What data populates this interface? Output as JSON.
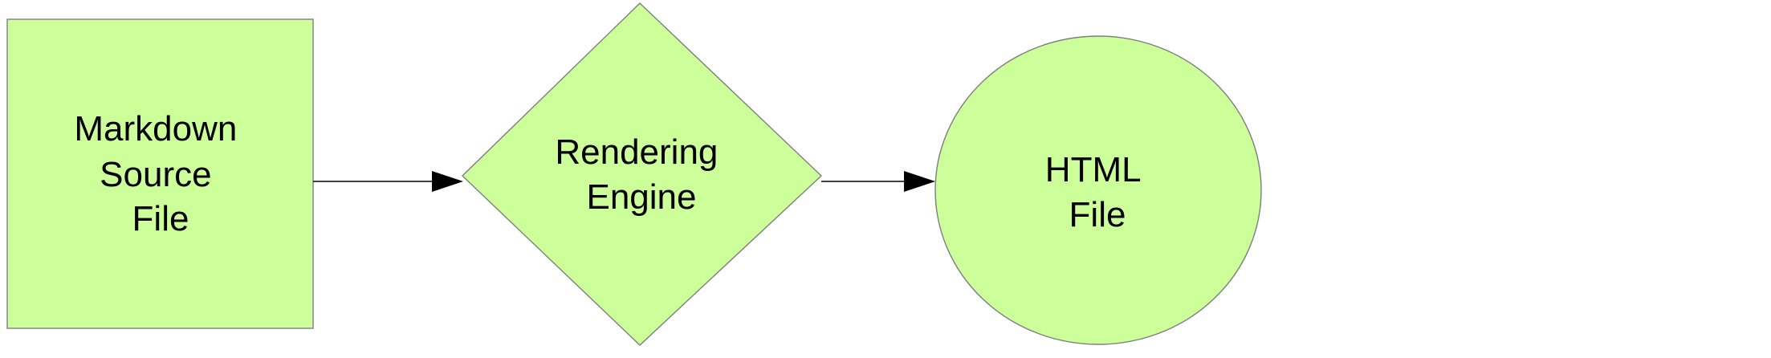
{
  "diagram": {
    "nodes": [
      {
        "id": "markdown-source-file",
        "shape": "rectangle",
        "lines": [
          "Markdown",
          "Source",
          "File"
        ]
      },
      {
        "id": "rendering-engine",
        "shape": "diamond",
        "lines": [
          "Rendering",
          "Engine"
        ]
      },
      {
        "id": "html-file",
        "shape": "circle",
        "lines": [
          "HTML",
          "File"
        ]
      }
    ],
    "edges": [
      {
        "from": "markdown-source-file",
        "to": "rendering-engine"
      },
      {
        "from": "rendering-engine",
        "to": "html-file"
      }
    ],
    "colors": {
      "node_fill": "#ccff99",
      "node_stroke": "#7f7f7f",
      "edge": "#000000",
      "text": "#000000"
    }
  }
}
